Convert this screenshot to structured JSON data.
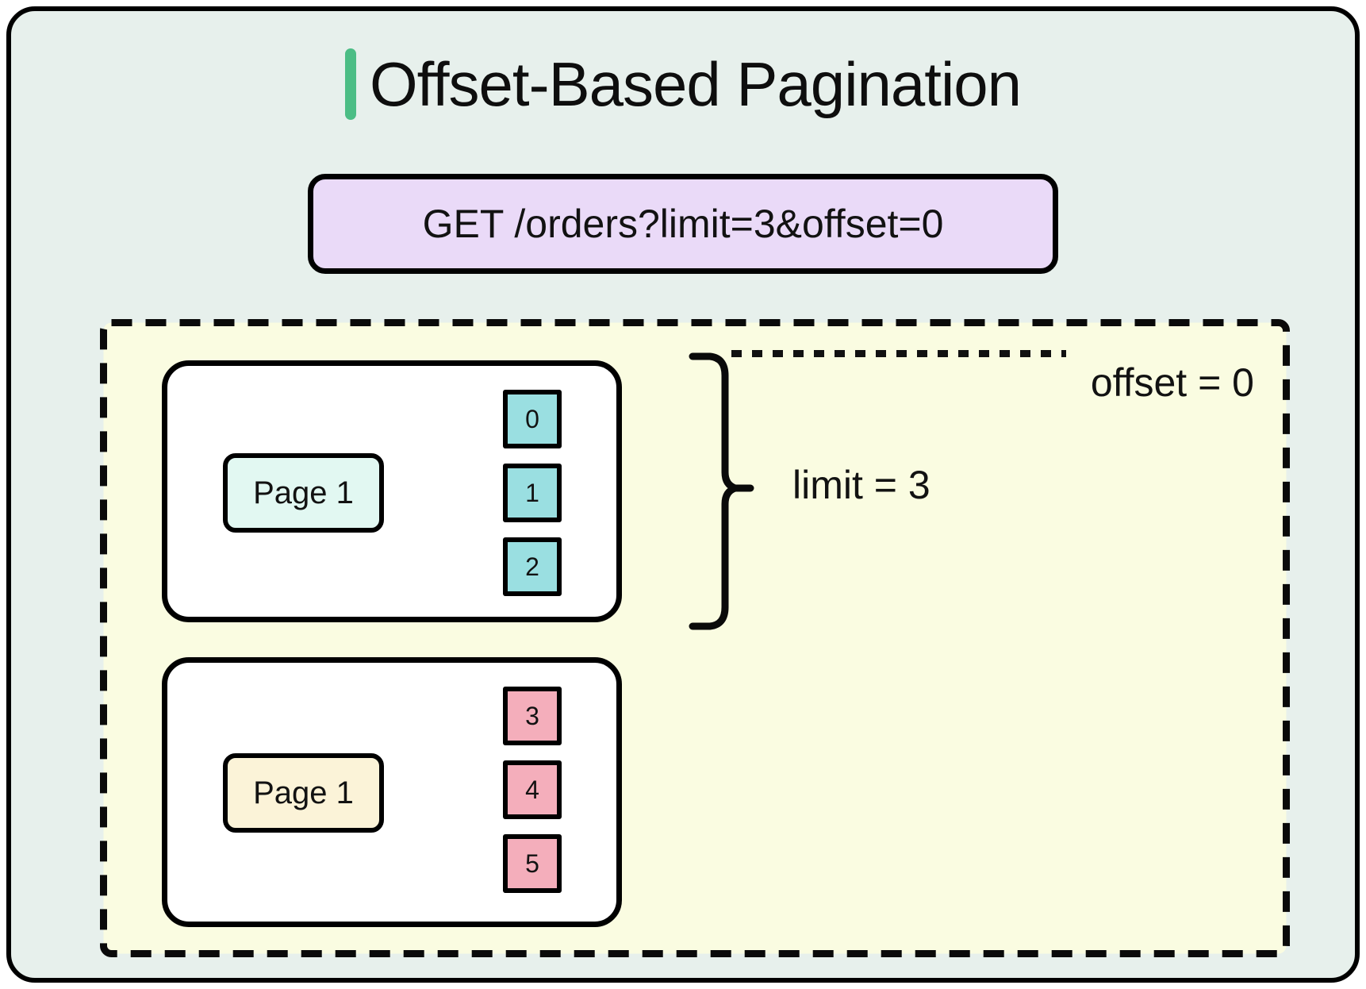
{
  "title": "Offset-Based Pagination",
  "request": "GET /orders?limit=3&offset=0",
  "annotations": {
    "offset": "offset = 0",
    "limit": "limit = 3"
  },
  "pages": [
    {
      "label": "Page 1",
      "items": [
        "0",
        "1",
        "2"
      ]
    },
    {
      "label": "Page 1",
      "items": [
        "3",
        "4",
        "5"
      ]
    }
  ],
  "colors": {
    "accent_green": "#4CBD85",
    "card_bg": "#E7F0EC",
    "request_bg": "#EADAF8",
    "dataset_bg": "#FAFCE1",
    "page1_label_bg": "#E2F8F2",
    "page1_item_bg": "#9ADFE1",
    "page2_label_bg": "#FBF3D8",
    "page2_item_bg": "#F4AEBB",
    "ink": "#121212"
  }
}
